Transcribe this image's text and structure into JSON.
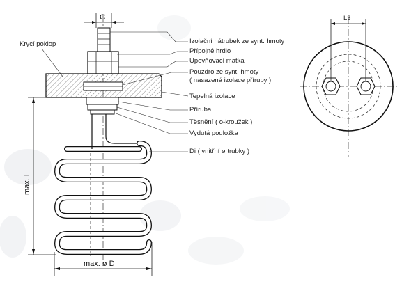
{
  "labels": {
    "kryci_poklop": "Krycí poklop",
    "izolacni_natrubek": "Izolační nátrubek ze synt. hmoty",
    "pripojne_hrdlo": "Přípojné hrdlo",
    "upevnovaci_matka": "Upevňovací matka",
    "pouzdro_line1": "Pouzdro ze synt. hmoty",
    "pouzdro_line2": "( nasazená izolace příruby )",
    "tepelna_izolace": "Tepelná izolace",
    "priruba": "Příruba",
    "tesneni": "Těsnění ( o-kroužek )",
    "vyduta_podlozka": "Vydutá podložka",
    "di": "Di ( vnitřní ø trubky )"
  },
  "dimensions": {
    "g": "G",
    "max_l": "max. L",
    "max_d": "max. ø D",
    "l3": "L3"
  },
  "colors": {
    "line": "#111111",
    "hatch": "#555555",
    "background": "#ffffff"
  }
}
